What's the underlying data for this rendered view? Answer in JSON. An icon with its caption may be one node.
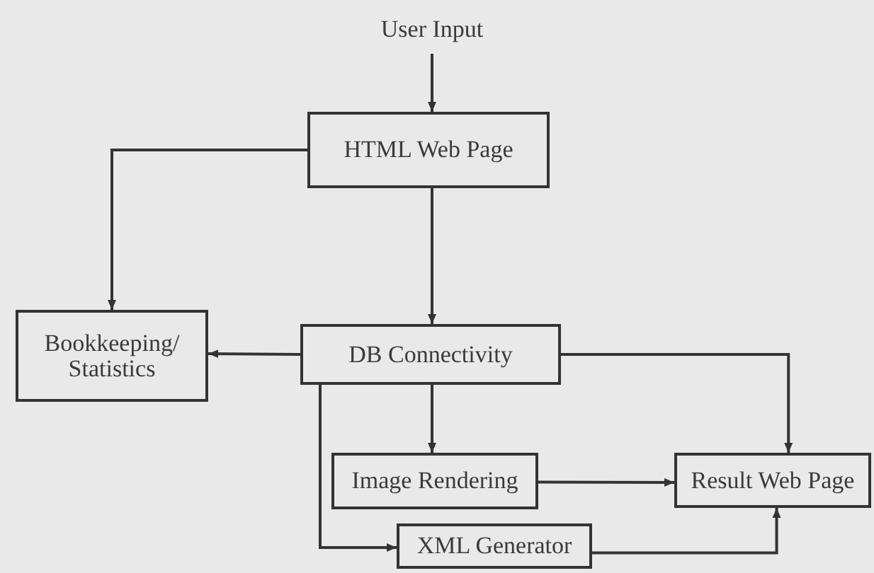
{
  "diagram": {
    "nodes": [
      {
        "text": [
          "User Input"
        ]
      },
      {
        "text": [
          "HTML Web Page"
        ]
      },
      {
        "text": [
          "Bookkeeping/ Statistics"
        ]
      },
      {
        "text": [
          "DB Connectivity"
        ]
      },
      {
        "text": [
          "Image Rendering"
        ]
      },
      {
        "text": [
          "Result Web Page"
        ]
      },
      {
        "text": [
          "XML Generator"
        ]
      }
    ],
    "edges": [
      {
        "from": 0,
        "to": 1,
        "arrow": "to"
      },
      {
        "from": 1,
        "to": 2,
        "arrow": "to"
      },
      {
        "from": 1,
        "to": 3,
        "arrow": "to"
      },
      {
        "from": 3,
        "to": 2,
        "arrow": "to"
      },
      {
        "from": 3,
        "to": 4,
        "arrow": "to"
      },
      {
        "from": 3,
        "to": 5,
        "arrow": "to"
      },
      {
        "from": 3,
        "to": 6,
        "arrow": "to"
      },
      {
        "from": 4,
        "to": 5,
        "arrow": "to"
      },
      {
        "from": 6,
        "to": 5,
        "arrow": "to"
      }
    ]
  }
}
